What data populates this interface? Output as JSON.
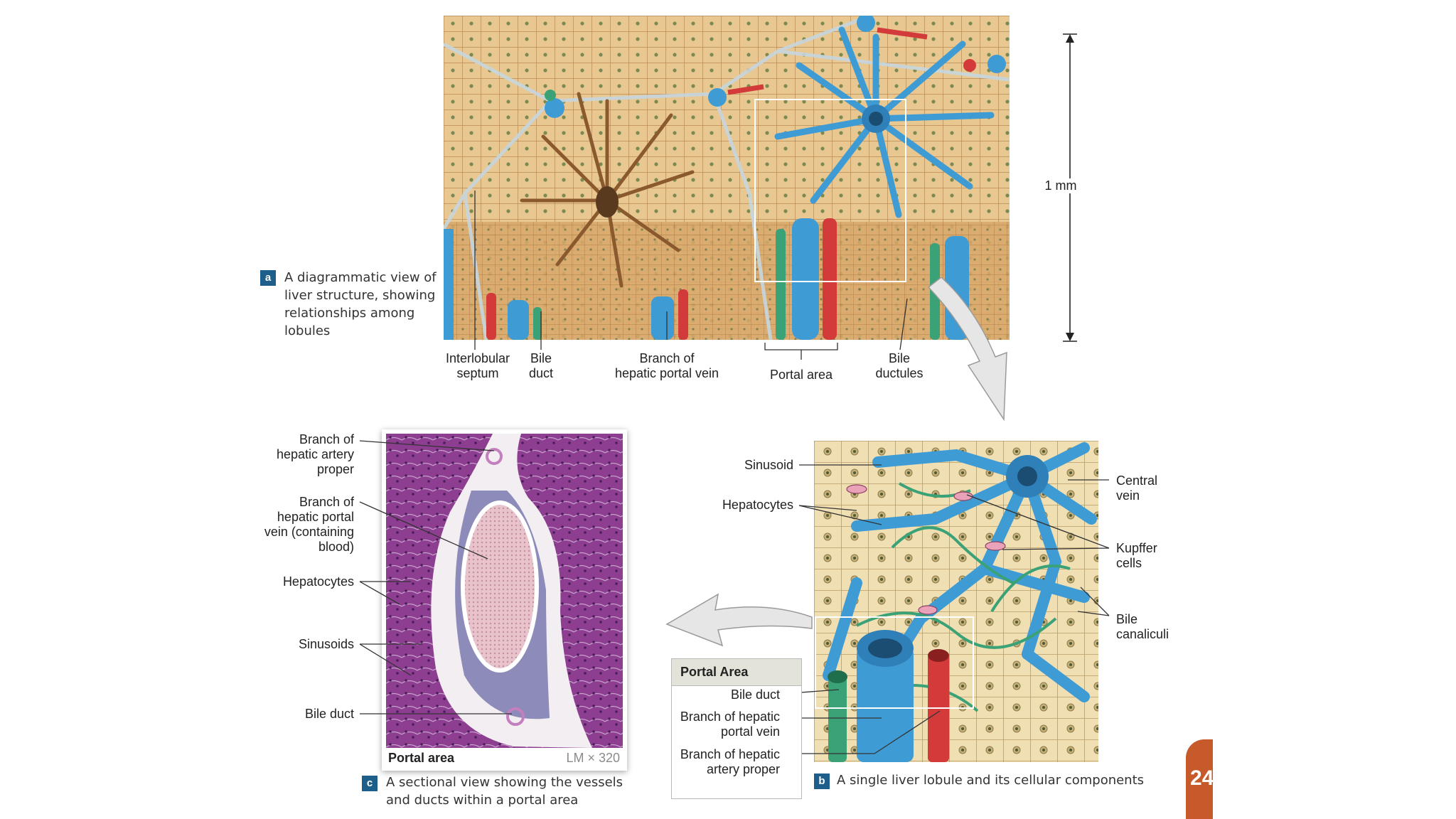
{
  "scale": {
    "label": "1 mm"
  },
  "panel_a": {
    "badge": "a",
    "caption": [
      "A diagrammatic view of",
      "liver structure, showing",
      "relationships among",
      "lobules"
    ],
    "labels": {
      "interlobular_septum": [
        "Interlobular",
        "septum"
      ],
      "bile_duct": [
        "Bile",
        "duct"
      ],
      "portal_vein": [
        "Branch of",
        "hepatic portal vein"
      ],
      "portal_area": "Portal area",
      "bile_ductules": [
        "Bile",
        "ductules"
      ]
    }
  },
  "panel_b": {
    "badge": "b",
    "caption": "A single liver lobule and its cellular components",
    "labels": {
      "sinusoid": "Sinusoid",
      "hepatocytes": "Hepatocytes",
      "central_vein": [
        "Central",
        "vein"
      ],
      "kupffer_cells": [
        "Kupffer",
        "cells"
      ],
      "bile_canaliculi": [
        "Bile",
        "canaliculi"
      ]
    },
    "portal_box": {
      "title": "Portal Area",
      "bile_duct": "Bile duct",
      "portal_vein": [
        "Branch of hepatic",
        "portal vein"
      ],
      "artery": [
        "Branch of hepatic",
        "artery proper"
      ]
    }
  },
  "panel_c": {
    "badge": "c",
    "caption": [
      "A sectional view showing the vessels",
      "and ducts within a portal area"
    ],
    "photo_label": "Portal area",
    "magnification": "LM × 320",
    "labels": {
      "artery": [
        "Branch of",
        "hepatic artery",
        "proper"
      ],
      "portal_vein": [
        "Branch of",
        "hepatic portal",
        "vein (containing",
        "blood)"
      ],
      "hepatocytes": "Hepatocytes",
      "sinusoids": "Sinusoids",
      "bile_duct": "Bile duct"
    }
  },
  "page_number": "24",
  "colors": {
    "hepatocyte": "#e7c48e",
    "vein": "#3f9bd4",
    "artery": "#d33a3a",
    "bile": "#3aa276",
    "stain": "#8d3e91",
    "caption_badge": "#1d5f8a",
    "page_tab": "#c65a2a"
  }
}
